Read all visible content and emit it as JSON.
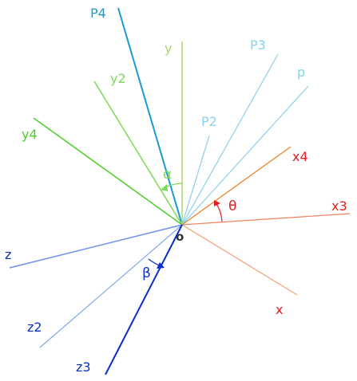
{
  "axes": [
    {
      "key": "P4",
      "label": "P4",
      "color": "#1a9ad6"
    },
    {
      "key": "y",
      "label": "y",
      "color": "#a8d86a"
    },
    {
      "key": "y2",
      "label": "y2",
      "color": "#7ed957"
    },
    {
      "key": "y4",
      "label": "y4",
      "color": "#4ccf2a"
    },
    {
      "key": "P3",
      "label": "P3",
      "color": "#8ccfee"
    },
    {
      "key": "p",
      "label": "p",
      "color": "#8ccfee"
    },
    {
      "key": "P2",
      "label": "P2",
      "color": "#8ccfee"
    },
    {
      "key": "x4",
      "label": "x4",
      "color": "#ee7d1c"
    },
    {
      "key": "x3",
      "label": "x3",
      "color": "#f08060"
    },
    {
      "key": "x",
      "label": "x",
      "color": "#f4a07a"
    },
    {
      "key": "z",
      "label": "z",
      "color": "#6f8ef0"
    },
    {
      "key": "z2",
      "label": "z2",
      "color": "#80a8ee"
    },
    {
      "key": "z3",
      "label": "z3",
      "color": "#0a2fc8"
    }
  ],
  "origin": {
    "label": "o",
    "color": "#333333"
  },
  "angles": [
    {
      "key": "alpha",
      "label": "α",
      "color": "#7ed957"
    },
    {
      "key": "beta",
      "label": "β",
      "color": "#0a2fc8"
    },
    {
      "key": "theta",
      "label": "θ",
      "color": "#e02020"
    }
  ],
  "label_colors": {
    "blue_label": "#1a9ad6",
    "green_label": "#7ed957",
    "red_label": "#e02020",
    "navy_label": "#0a2fc8"
  }
}
